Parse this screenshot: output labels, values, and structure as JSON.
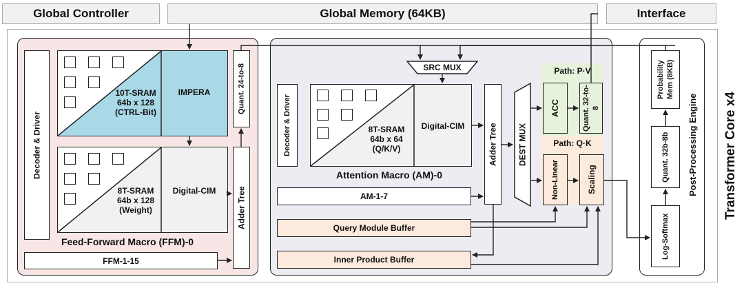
{
  "top": {
    "global_controller": "Global Controller",
    "global_memory": "Global Memory (64KB)",
    "interface": "Interface"
  },
  "side_title": "Transformer Core x4",
  "ffm": {
    "decoder": "Decoder & Driver",
    "sram_top_l1": "10T-SRAM",
    "sram_top_l2": "64b x 128",
    "sram_top_l3": "(CTRL-Bit)",
    "impera": "IMPERA",
    "sram_bot_l1": "8T-SRAM",
    "sram_bot_l2": "64b x 128",
    "sram_bot_l3": "(Weight)",
    "dcim": "Digital-CIM",
    "quant": "Quant. 24-to-8",
    "adder": "Adder Tree",
    "title": "Feed-Forward Macro (FFM)-0",
    "others": "FFM-1-15"
  },
  "am": {
    "src_mux": "SRC MUX",
    "decoder": "Decoder & Driver",
    "sram_l1": "8T-SRAM",
    "sram_l2": "64b x 64",
    "sram_l3": "(Q/K/V)",
    "dcim": "Digital-CIM",
    "adder": "Adder Tree",
    "dest_mux": "DEST MUX",
    "title": "Attention Macro (AM)-0",
    "others": "AM-1-7",
    "query_buf": "Query Module Buffer",
    "inner_buf": "Inner Product Buffer",
    "path_pv": "Path: P·V",
    "acc": "ACC",
    "quant": "Quant. 32-to-8",
    "path_qk": "Path: Q·K",
    "nonlinear": "Non-Linear",
    "scaling": "Scaling"
  },
  "ppe": {
    "title": "Post-Processing Engine",
    "prob_mem": "Probability Mem (8KB)",
    "quant": "Quant. 32b-8b",
    "softmax": "Log-Softmax"
  },
  "colors": {
    "ffm_bg": "#f8e6e6",
    "am_bg": "#edecf3",
    "sram_blue": "#a9d8e6",
    "path_green": "#e6f2dc",
    "buffer_orange": "#fcebdc",
    "gray": "#f1f1f1"
  }
}
